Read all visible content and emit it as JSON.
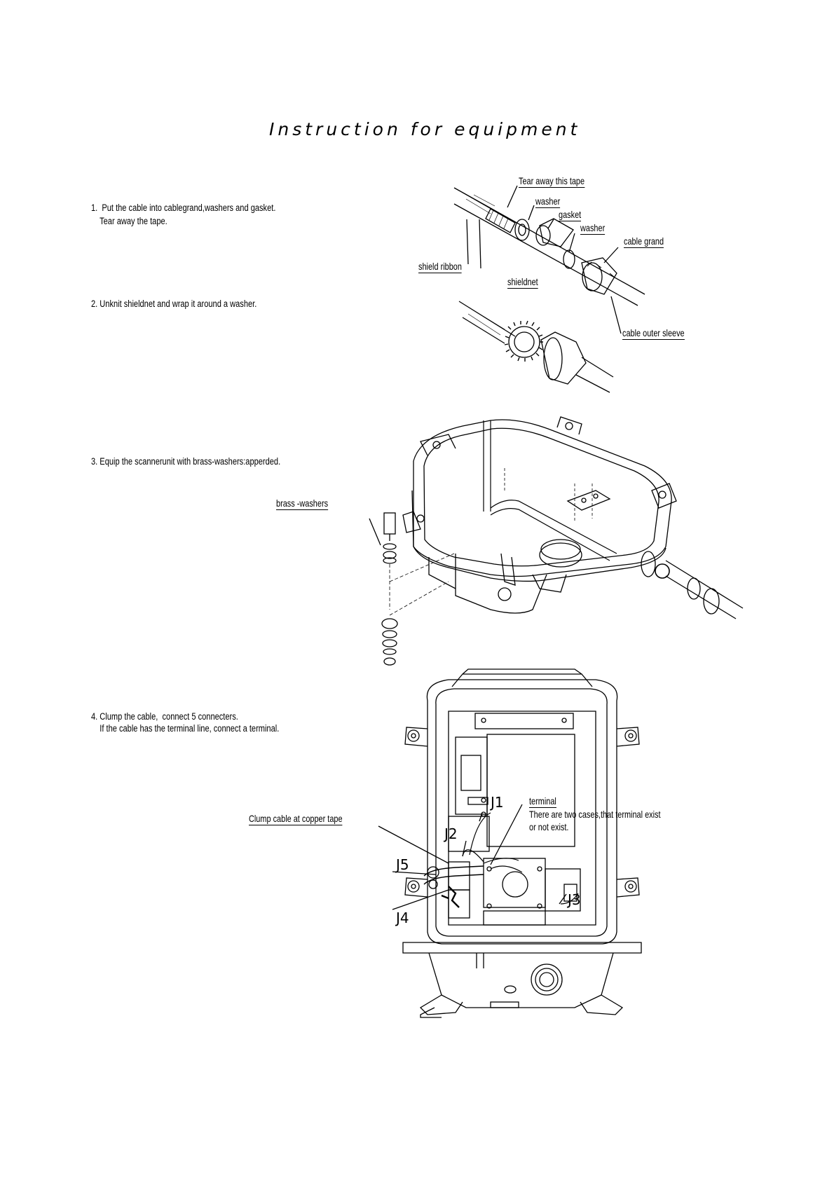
{
  "title": "Instruction for equipment",
  "steps": {
    "s1_line1": "1.  Put the cable into cablegrand,washers and gasket.",
    "s1_line2": "    Tear away the tape.",
    "s2": "2. Unknit shieldnet and wrap it around a washer.",
    "s3": "3. Equip the scannerunit with brass-washers:apperded.",
    "s4_line1": "4. Clump the cable,  connect 5 connecters.",
    "s4_line2": "    If the cable has the terminal line, connect a terminal."
  },
  "labels": {
    "tear_tape": "Tear away this tape",
    "washer1": "washer",
    "gasket": "gasket",
    "washer2": "washer",
    "cable_grand": "cable grand",
    "shield_ribbon": "shield ribbon",
    "shieldnet": "shieldnet",
    "cable_outer_sleeve": "cable outer sleeve",
    "brass_washers": "brass -washers",
    "clump_cable": "Clump cable at copper tape",
    "terminal": "terminal",
    "terminal_note1": "There are two cases,that terminal exist",
    "terminal_note2": "or not exist.",
    "j1": "J1",
    "j2": "J2",
    "j3": "J3",
    "j4": "J4",
    "j5": "J5"
  }
}
